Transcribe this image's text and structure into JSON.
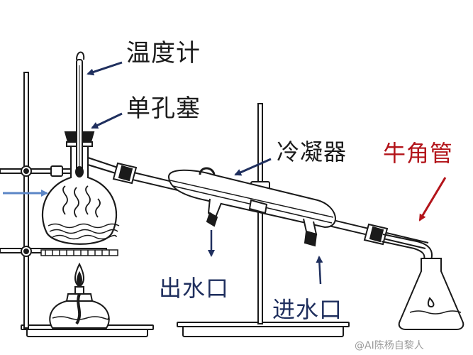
{
  "labels": {
    "thermometer": "温度计",
    "stopper": "单孔塞",
    "condenser": "冷凝器",
    "adapter": "牛角管",
    "water_outlet": "出水口",
    "water_inlet": "进水口"
  },
  "watermark": "@AI陈杨自黎人",
  "colors": {
    "line": "#1a1a1a",
    "pointer_arrow": "#1f2f5e",
    "adapter_arrow": "#b3141a",
    "adapter_label": "#b3141a",
    "feed_arrow": "#5b86c6"
  }
}
